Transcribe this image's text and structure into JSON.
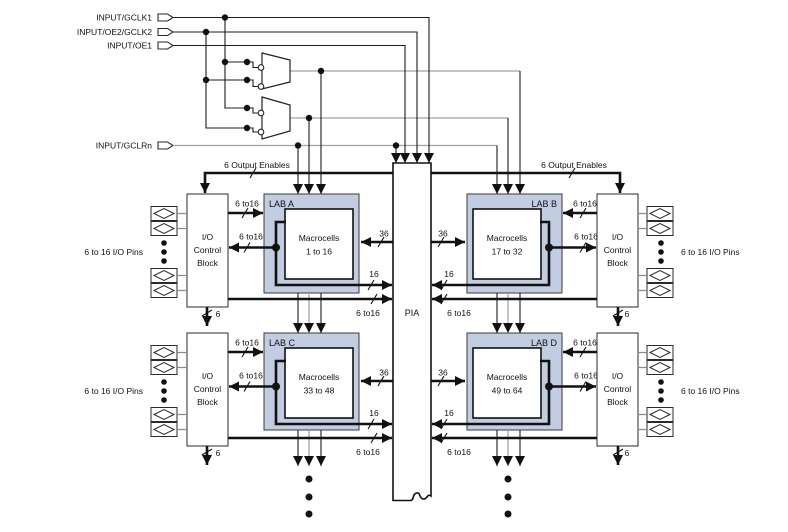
{
  "inputs": {
    "gclk1": "INPUT/GCLK1",
    "oe2_gclk2": "INPUT/OE2/GCLK2",
    "oe1": "INPUT/OE1",
    "gclrn": "INPUT/GCLRn"
  },
  "buses": {
    "output_enables": "6 Output Enables",
    "b6to16": "6 to16",
    "b36": "36",
    "b16": "16",
    "b6": "6"
  },
  "pia": {
    "label": "PIA"
  },
  "labs": [
    {
      "name": "LAB A",
      "mc1": "Macrocells",
      "mc2": "1 to 16"
    },
    {
      "name": "LAB B",
      "mc1": "Macrocells",
      "mc2": "17 to 32"
    },
    {
      "name": "LAB C",
      "mc1": "Macrocells",
      "mc2": "33 to 48"
    },
    {
      "name": "LAB D",
      "mc1": "Macrocells",
      "mc2": "49 to 64"
    }
  ],
  "io_control_block": {
    "line1": "I/O",
    "line2": "Control",
    "line3": "Block"
  },
  "io_pins": {
    "label": "6 to 16 I/O Pins"
  },
  "colors": {
    "lab_fill": "#c2cde2",
    "line_black": "#1c1c1c",
    "line_gray": "#a0a0a0"
  }
}
